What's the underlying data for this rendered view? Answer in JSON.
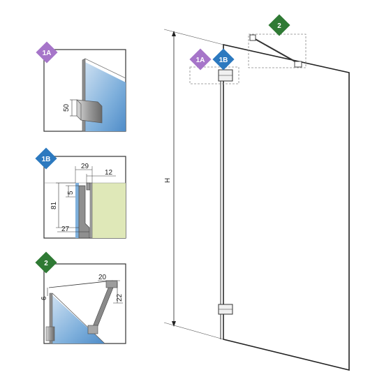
{
  "badges": {
    "b1a": "1A",
    "b1b": "1B",
    "b2": "2"
  },
  "dims": {
    "d50": "50",
    "d29": "29",
    "d12": "12",
    "d5": "5",
    "d81": "81",
    "d27": "27",
    "d20": "20",
    "d6": "6",
    "d22": "22",
    "height": "H"
  },
  "colors": {
    "badge_1a": "#a675c9",
    "badge_1b": "#2c79bf",
    "badge_2": "#2f7a34",
    "glass": "#7fb0dc",
    "wall": "#dfe8b8"
  }
}
